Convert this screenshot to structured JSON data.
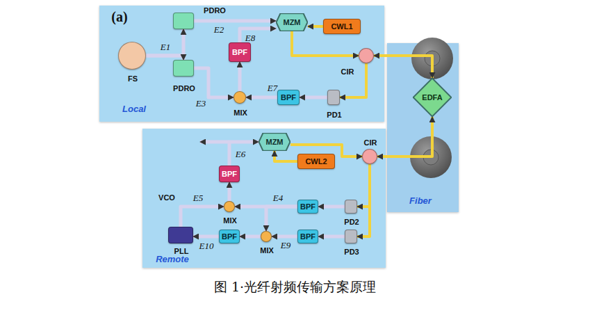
{
  "diagram": {
    "caption": "图 1·光纤射频传输方案原理",
    "nodes": [
      {
        "text": [
          "Local"
        ]
      },
      {
        "text": [
          "FS"
        ],
        "in": 0
      },
      {
        "text": [
          "PDRO"
        ],
        "in": 0
      },
      {
        "text": [
          "PDRO"
        ],
        "in": 0
      },
      {
        "text": [
          "BPF"
        ],
        "in": 0
      },
      {
        "text": [
          "MZM"
        ],
        "in": 0
      },
      {
        "text": [
          "CWL1"
        ],
        "in": 0
      },
      {
        "text": [
          "CIR"
        ],
        "in": 0
      },
      {
        "text": [
          "PD1"
        ],
        "in": 0
      },
      {
        "text": [
          "BPF"
        ],
        "in": 0
      },
      {
        "text": [
          "MIX"
        ],
        "in": 0
      },
      {
        "text": [
          "Fiber"
        ]
      },
      {
        "text": [
          "EDFA"
        ],
        "in": 11
      },
      {
        "text": [
          "Remote"
        ]
      },
      {
        "text": [
          "MZM"
        ],
        "in": 13
      },
      {
        "text": [
          "CWL2"
        ],
        "in": 13
      },
      {
        "text": [
          "CIR"
        ],
        "in": 13
      },
      {
        "text": [
          "BPF"
        ],
        "in": 13
      },
      {
        "text": [
          "MIX"
        ],
        "in": 13
      },
      {
        "text": [
          "BPF"
        ],
        "in": 13
      },
      {
        "text": [
          "PD2"
        ],
        "in": 13
      },
      {
        "text": [
          "PD3"
        ],
        "in": 13
      },
      {
        "text": [
          "BPF"
        ],
        "in": 13
      },
      {
        "text": [
          "MIX"
        ],
        "in": 13
      },
      {
        "text": [
          "BPF"
        ],
        "in": 13
      },
      {
        "text": [
          "PLL"
        ],
        "in": 13
      }
    ],
    "edges": [
      {
        "from": 1,
        "to": 2,
        "arrow": "to",
        "label": "E1"
      },
      {
        "from": 1,
        "to": 3,
        "arrow": "to"
      },
      {
        "from": 2,
        "to": 5,
        "arrow": "to",
        "label": "E2"
      },
      {
        "from": 10,
        "to": 4,
        "arrow": "to"
      },
      {
        "from": 4,
        "to": 5,
        "arrow": "to",
        "label": "E8"
      },
      {
        "from": 3,
        "to": 10,
        "arrow": "to",
        "label": "E3"
      },
      {
        "from": 6,
        "to": 5,
        "arrow": "to"
      },
      {
        "from": 5,
        "to": 7,
        "arrow": "to"
      },
      {
        "from": 7,
        "to": 12,
        "arrow": "both"
      },
      {
        "from": 7,
        "to": 8,
        "arrow": "to"
      },
      {
        "from": 8,
        "to": 9,
        "arrow": "to"
      },
      {
        "from": 9,
        "to": 10,
        "arrow": "to",
        "label": "E7"
      },
      {
        "from": 12,
        "to": 16,
        "arrow": "both"
      },
      {
        "from": 14,
        "to": 16,
        "arrow": "to"
      },
      {
        "from": 15,
        "to": 14,
        "arrow": "to"
      },
      {
        "from": 16,
        "to": 20,
        "arrow": "to"
      },
      {
        "from": 16,
        "to": 21,
        "arrow": "to"
      },
      {
        "from": 20,
        "to": 19,
        "arrow": "to"
      },
      {
        "from": 19,
        "to": 18,
        "arrow": "to",
        "label": "E4"
      },
      {
        "from": 19,
        "to": 23,
        "arrow": "to"
      },
      {
        "from": 25,
        "to": 18,
        "arrow": "to",
        "label": "E5"
      },
      {
        "from": 18,
        "to": 17,
        "arrow": "to"
      },
      {
        "from": 17,
        "to": 14,
        "arrow": "to",
        "label": "E6"
      },
      {
        "from": 21,
        "to": 22,
        "arrow": "to"
      },
      {
        "from": 22,
        "to": 23,
        "arrow": "to",
        "label": "E9"
      },
      {
        "from": 23,
        "to": 24,
        "arrow": "to"
      },
      {
        "from": 24,
        "to": 25,
        "arrow": "to",
        "label": "E10"
      }
    ],
    "labels": [
      "(a)",
      "VCO"
    ]
  }
}
